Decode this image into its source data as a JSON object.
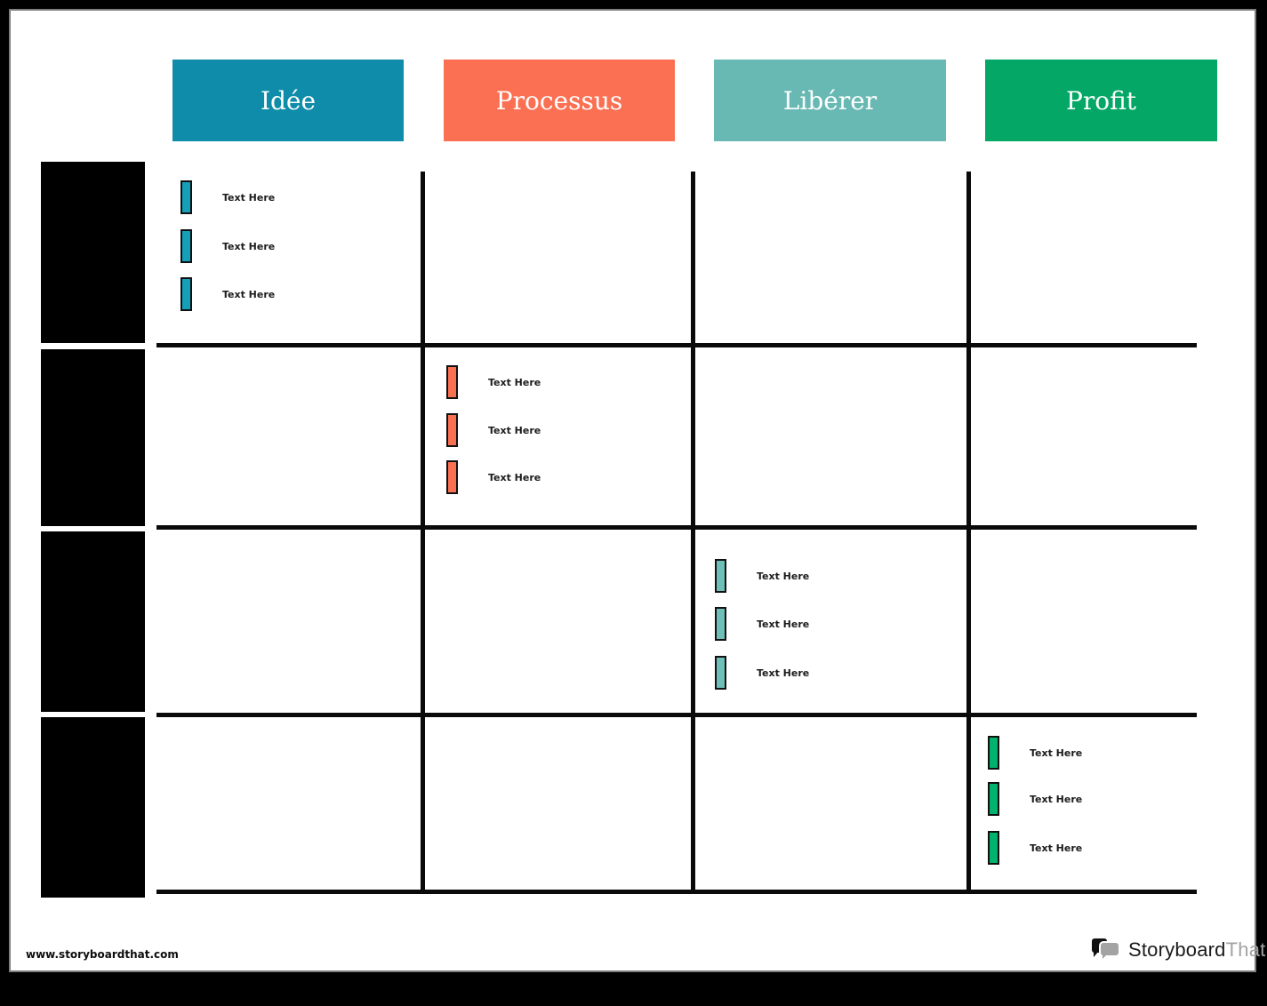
{
  "page": {
    "background": "#ffffff",
    "frame_color": "#000000"
  },
  "table": {
    "column_headers": [
      {
        "label": "Idée",
        "color": "#0E8CA9"
      },
      {
        "label": "Processus",
        "color": "#FB7053"
      },
      {
        "label": "Libérer",
        "color": "#68B9B3"
      },
      {
        "label": "Profit",
        "color": "#04A765"
      }
    ],
    "rows": [
      {
        "column": "Idée",
        "accent": "#13A0B8",
        "items": [
          "Text Here",
          "Text Here",
          "Text Here"
        ]
      },
      {
        "column": "Processus",
        "accent": "#FA7052",
        "items": [
          "Text Here",
          "Text Here",
          "Text Here"
        ]
      },
      {
        "column": "Libérer",
        "accent": "#6FBFB9",
        "items": [
          "Text Here",
          "Text Here",
          "Text Here"
        ]
      },
      {
        "column": "Profit",
        "accent": "#00B26D",
        "items": [
          "Text Here",
          "Text Here",
          "Text Here"
        ]
      }
    ]
  },
  "footer": {
    "website": "www.storyboardthat.com",
    "logo": {
      "icon": "speech-bubbles-icon",
      "text_primary": "Storyboard",
      "text_secondary": "That",
      "secondary_color": "#A3A3A3"
    }
  }
}
